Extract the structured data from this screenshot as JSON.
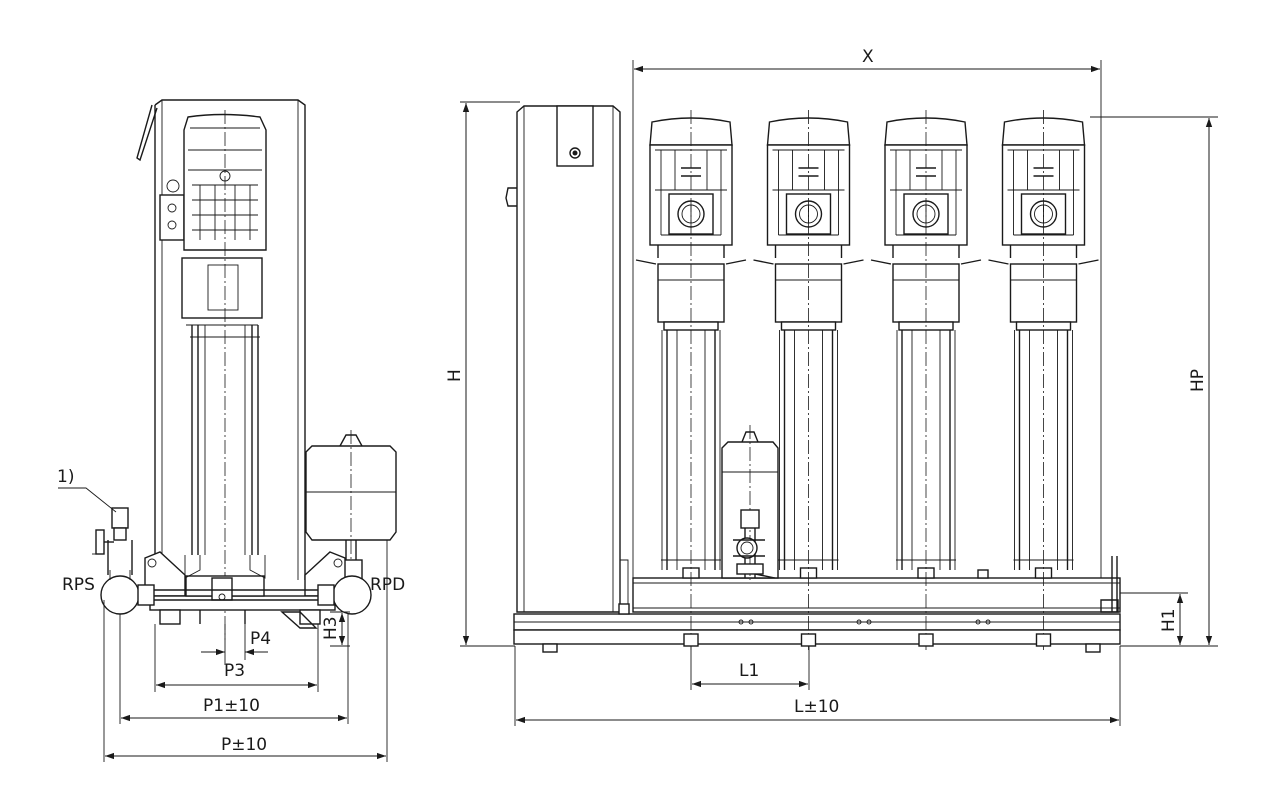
{
  "side_view": {
    "note_label": "1)",
    "suction_label": "RPS",
    "discharge_label": "RPD",
    "dim_P4": "P4",
    "dim_P3": "P3",
    "dim_H3": "H3",
    "dim_P1": "P1±10",
    "dim_P": "P±10"
  },
  "front_view": {
    "dim_X": "X",
    "dim_H": "H",
    "dim_HP": "HP",
    "dim_H1": "H1",
    "dim_L1": "L1",
    "dim_L": "L±10",
    "pump_count": 4
  }
}
